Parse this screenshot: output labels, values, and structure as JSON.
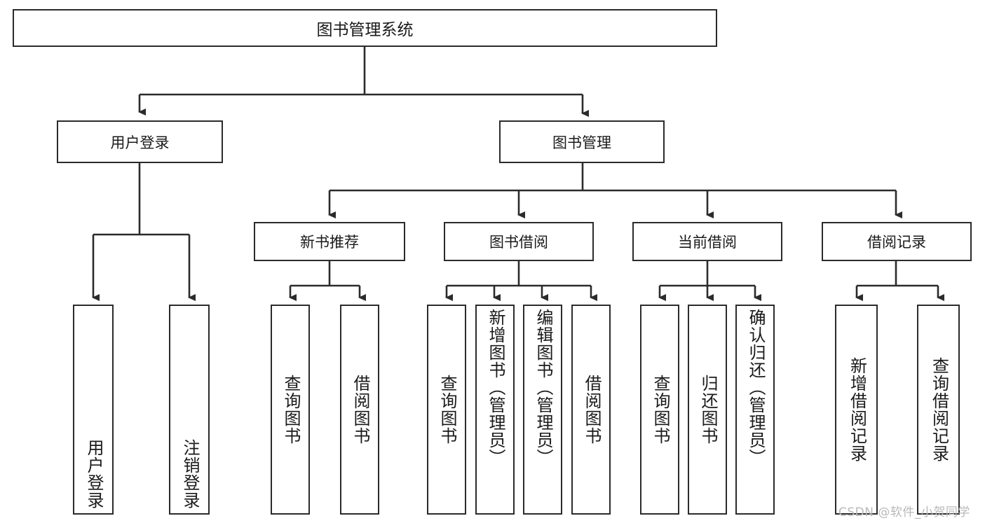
{
  "diagram": {
    "type": "tree",
    "title": "图书管理系统",
    "root": {
      "label": "图书管理系统"
    },
    "level2": [
      {
        "label": "用户登录"
      },
      {
        "label": "图书管理"
      }
    ],
    "level3": [
      {
        "label": "新书推荐"
      },
      {
        "label": "图书借阅"
      },
      {
        "label": "当前借阅"
      },
      {
        "label": "借阅记录"
      }
    ],
    "leaves": {
      "user_login": [
        {
          "label": "用户登录"
        },
        {
          "label": "注销登录"
        }
      ],
      "new_book_recommend": [
        {
          "label": "查询图书"
        },
        {
          "label": "借阅图书"
        }
      ],
      "book_borrow": [
        {
          "label": "查询图书"
        },
        {
          "label": "新增图书（管理员）"
        },
        {
          "label": "编辑图书（管理员）"
        },
        {
          "label": "借阅图书"
        }
      ],
      "current_borrow": [
        {
          "label": "查询图书"
        },
        {
          "label": "归还图书"
        },
        {
          "label": "确认归还（管理员）"
        }
      ],
      "borrow_record": [
        {
          "label": "新增借阅记录"
        },
        {
          "label": "查询借阅记录"
        }
      ]
    }
  },
  "watermark": {
    "text": "CSDN @软件_小贺同学"
  },
  "colors": {
    "stroke": "#2b2b2b",
    "fill": "#ffffff",
    "text": "#1a1a1a",
    "watermark": "#b9b9b9"
  }
}
